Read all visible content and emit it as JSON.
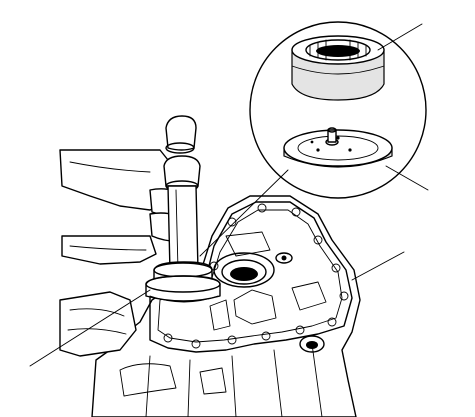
{
  "figure": {
    "callouts": {
      "count": 4,
      "targets": [
        "bearing",
        "disc-tool",
        "transmission-housing",
        "installer-base"
      ]
    },
    "labels": []
  }
}
